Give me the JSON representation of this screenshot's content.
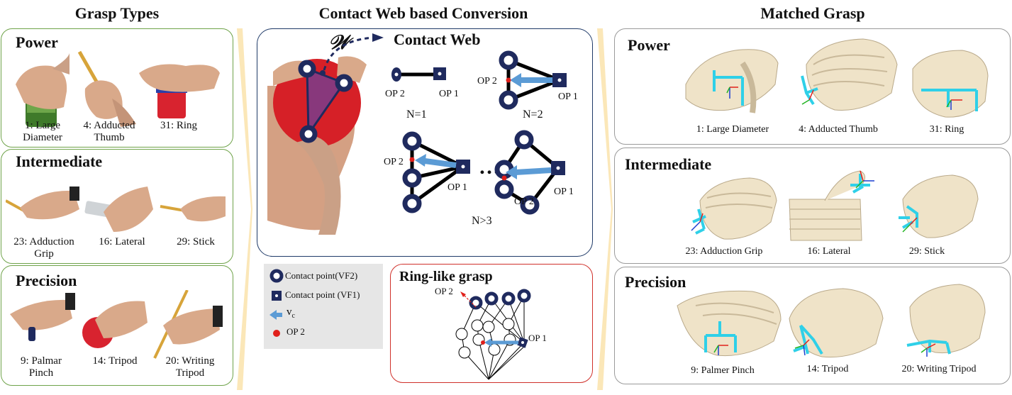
{
  "columns": {
    "grasp_types": "Grasp Types",
    "conversion": "Contact Web based Conversion",
    "matched": "Matched Grasp"
  },
  "grasp_types": {
    "power": {
      "title": "Power",
      "items": [
        {
          "label": "1: Large\nDiameter"
        },
        {
          "label": "4: Adducted\nThumb"
        },
        {
          "label": "31: Ring"
        }
      ]
    },
    "intermediate": {
      "title": "Intermediate",
      "items": [
        {
          "label": "23: Adduction\nGrip"
        },
        {
          "label": "16: Lateral"
        },
        {
          "label": "29: Stick"
        }
      ]
    },
    "precision": {
      "title": "Precision",
      "items": [
        {
          "label": "9: Palmar\nPinch"
        },
        {
          "label": "14: Tripod"
        },
        {
          "label": "20: Writing\nTripod"
        }
      ]
    }
  },
  "contact_web": {
    "symbol": "𝒲",
    "title": "Contact Web",
    "op1": "OP 1",
    "op2": "OP 2",
    "n1": "N=1",
    "n2": "N=2",
    "n3": "N>3",
    "ellipsis": "…"
  },
  "legend": {
    "vf2": "Contact point(VF2)",
    "vf1": "Contact point (VF1)",
    "vc_main": "v",
    "vc_sub": "c",
    "op2": "OP 2"
  },
  "ring": {
    "title": "Ring-like grasp",
    "op1": "OP 1",
    "op2": "OP 2"
  },
  "matched": {
    "power": {
      "title": "Power",
      "items": [
        "1: Large Diameter",
        "4: Adducted Thumb",
        "31: Ring"
      ]
    },
    "intermediate": {
      "title": "Intermediate",
      "items": [
        "23: Adduction Grip",
        "16: Lateral",
        "29: Stick"
      ]
    },
    "precision": {
      "title": "Precision",
      "items": [
        "9: Palmer Pinch",
        "14: Tripod",
        "20: Writing Tripod"
      ]
    }
  },
  "colors": {
    "navy": "#1f2a5e",
    "arrow": "#5b9bd5",
    "red": "#e0201b",
    "panel_green": "#6fa34a",
    "panel_blue": "#1f3a68",
    "panel_red": "#d0302a",
    "skin": "#d9a98a",
    "robot": "#efe3c8",
    "cyan": "#2fd0e8"
  }
}
